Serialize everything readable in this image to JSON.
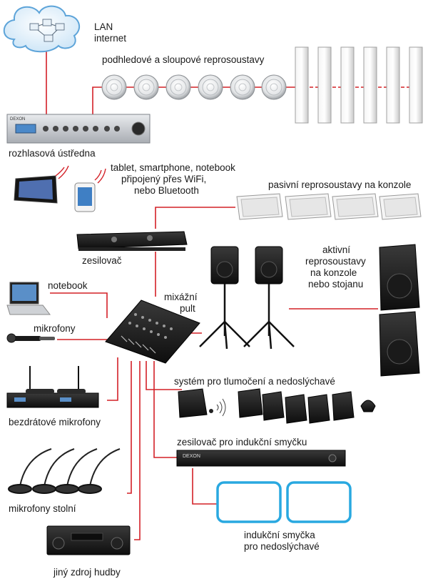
{
  "labels": {
    "lan_line1": "LAN",
    "lan_line2": "internet",
    "ceiling_speakers": "podhledové a sloupové reprosoustavy",
    "pa_console": "rozhlasová ústředna",
    "wireless_devices_line1": "tablet, smartphone, notebook",
    "wireless_devices_line2": "připojený přes WiFi,",
    "wireless_devices_line3": "nebo Bluetooth",
    "passive_speakers": "pasivní reprosoustavy na konzole",
    "amplifier": "zesilovač",
    "active_speakers_line1": "aktivní",
    "active_speakers_line2": "reprosoustavy",
    "active_speakers_line3": "na konzole",
    "active_speakers_line4": "nebo stojanu",
    "notebook": "notebook",
    "mixer_line1": "mixážní",
    "mixer_line2": "pult",
    "microphones": "mikrofony",
    "interpretation_system": "systém pro tlumočení a nedoslýchavé",
    "wireless_microphones": "bezdrátové mikrofony",
    "induction_amplifier": "zesilovač pro indukční smyčku",
    "desk_microphones": "mikrofony stolní",
    "induction_loop_line1": "indukční smyčka",
    "induction_loop_line2": "pro nedoslýchavé",
    "other_music_source": "jiný zdroj hudby"
  },
  "device_text": {
    "brand": "DEXON"
  },
  "colors": {
    "cable": "#d32027",
    "loop": "#29a8e0",
    "device_dark": "#1c1c1c",
    "device_silver": "#c9ccd0"
  }
}
